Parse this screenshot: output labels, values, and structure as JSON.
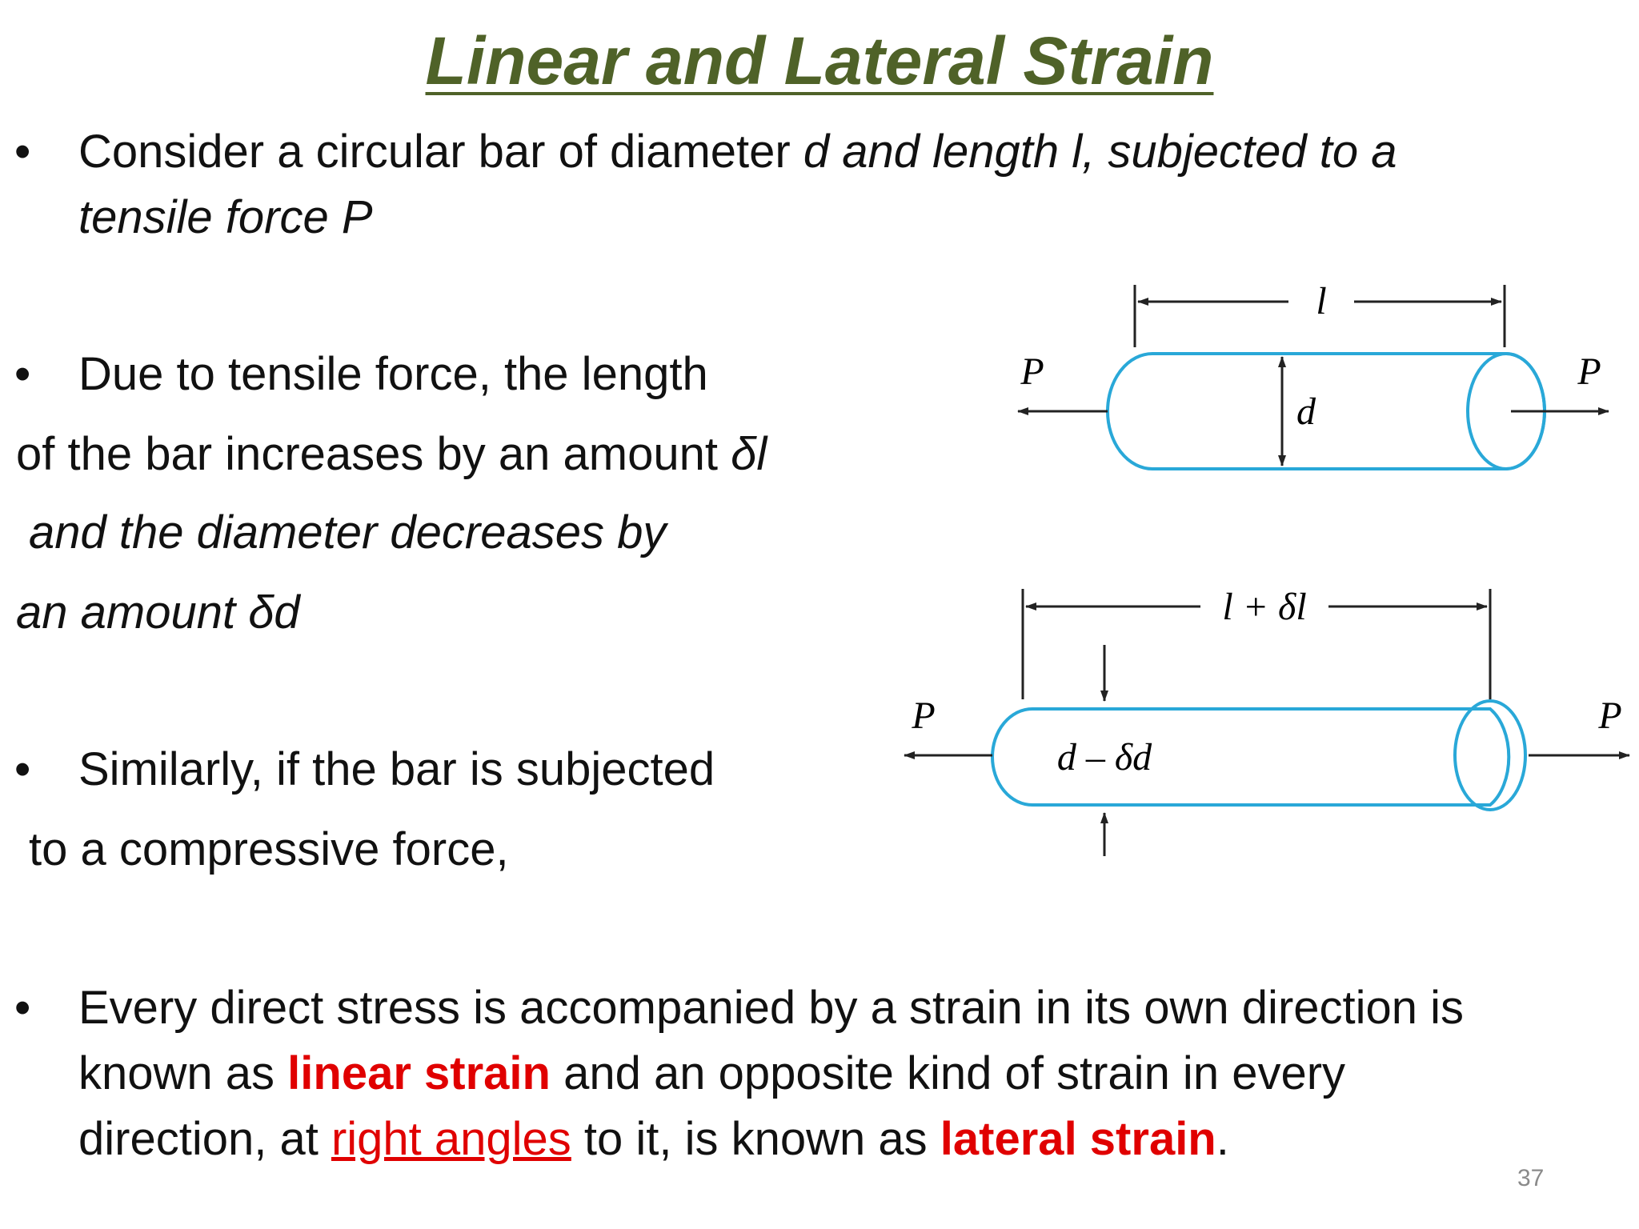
{
  "title": "Linear and Lateral Strain",
  "bullet_char": "•",
  "p1": {
    "line1_plain": "Consider a circular bar of diameter ",
    "line1_italic": "d and length l, subjected to a",
    "line2_italic": "tensile force P"
  },
  "p2": {
    "line1": "Due to tensile force, the length",
    "line2_plain": "of the bar increases by an amount  ",
    "line2_italic": "δl",
    "line3_italic": "and  the diameter decreases by",
    "line4_italic": "an amount δd"
  },
  "p3": {
    "line1": "Similarly, if the bar is subjected",
    "line2": "to a compressive force,"
  },
  "p4": {
    "line1": "Every direct stress is accompanied by a strain in its own direction is",
    "line2_a": "known as ",
    "line2_red": "linear strain",
    "line2_b": " and an opposite kind of strain in every",
    "line3_a": "direction, at ",
    "line3_link": "right angles",
    "line3_b": " to it, is known as ",
    "line3_red": "lateral strain",
    "line3_c": "."
  },
  "diagram_top": {
    "label_length": "l",
    "label_diameter": "d",
    "label_force_left": "P",
    "label_force_right": "P"
  },
  "diagram_bottom": {
    "label_length": "l + δl",
    "label_diameter": "d – δd",
    "label_force_left": "P",
    "label_force_right": "P"
  },
  "page_number": "37",
  "colors": {
    "title": "#4f6228",
    "highlight": "#e00000",
    "bar_outline": "#29a8d8"
  }
}
